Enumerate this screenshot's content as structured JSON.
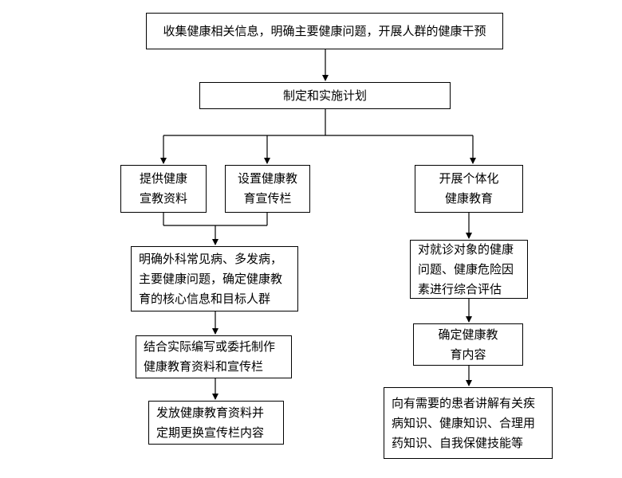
{
  "diagram": {
    "nodes": {
      "top": "收集健康相关信息，明确主要健康问题，开展人群的健康干预",
      "plan": "制定和实施计划",
      "l1a": "提供健康\n宣教资料",
      "l1b": "设置健康教\n育宣传栏",
      "l2": "明确外科常见病、多发病，\n主要健康问题，确定健康教\n育的核心信息和目标人群",
      "l3": "结合实际编写或委托制作\n健康教育资料和宣传栏",
      "l4": "发放健康教育资料并\n定期更换宣传栏内容",
      "r1": "开展个体化\n健康教育",
      "r2": "对就诊对象的健康\n问题、健康危险因\n素进行综合评估",
      "r3": "确定健康教\n育内容",
      "r4": "向有需要的患者讲解有关疾\n病知识、健康知识、合理用\n药知识、自我保健技能等"
    },
    "edges": [
      [
        "top",
        "plan"
      ],
      [
        "plan",
        "l1a"
      ],
      [
        "plan",
        "l1b"
      ],
      [
        "plan",
        "r1"
      ],
      [
        "l1a",
        "l2"
      ],
      [
        "l1b",
        "l2"
      ],
      [
        "l2",
        "l3"
      ],
      [
        "l3",
        "l4"
      ],
      [
        "r1",
        "r2"
      ],
      [
        "r2",
        "r3"
      ],
      [
        "r3",
        "r4"
      ]
    ]
  }
}
